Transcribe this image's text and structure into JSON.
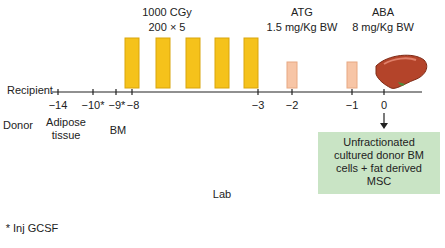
{
  "diagram": {
    "nodes": [
      {
        "text": [
          "Unfractionated cultured donor BM cells + fat derived MSC"
        ]
      }
    ],
    "labels": [
      "Recipient",
      "1000 CGy",
      "200 × 5",
      "ATG",
      "1.5 mg/Kg BW",
      "ABA",
      "8 mg/Kg BW",
      "−14",
      "−10*",
      "−9*",
      "−8",
      "−3",
      "−2",
      "−1",
      "0",
      "Adipose tissue",
      "BM",
      "Donor",
      "Lab",
      "* Inj GCSF"
    ]
  }
}
